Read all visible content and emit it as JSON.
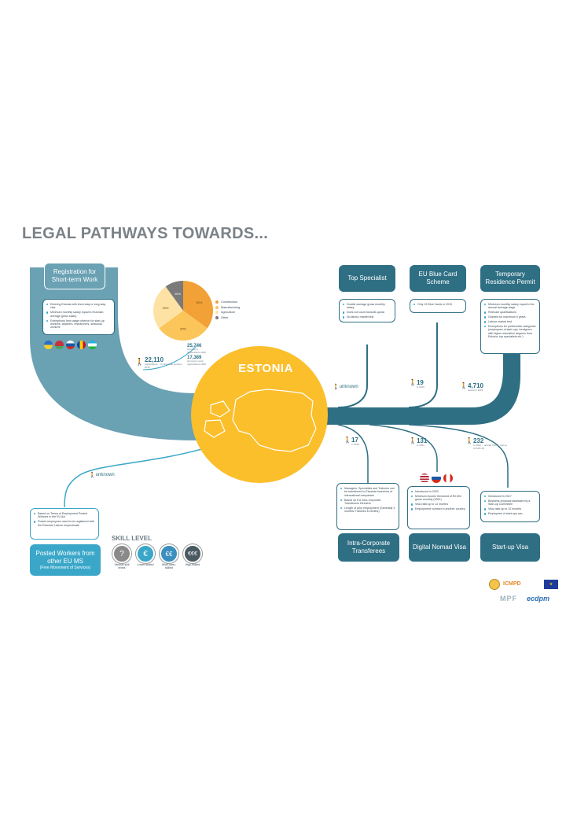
{
  "title": "LEGAL PATHWAYS TOWARDS...",
  "center": {
    "label": "ESTONIA"
  },
  "registration": {
    "header": "Registration for Short-term Work",
    "items": [
      "Entering Estonia with short-stay or long-stay visa",
      "Minimum monthly salary equal to Estonian average gross salary",
      "Exemptions from wage criterion for start-up workers, teachers, researchers, seasonal workers"
    ],
    "flags": [
      "Ukraine",
      "Belarus",
      "Russia",
      "Moldova",
      "Uzbekistan"
    ]
  },
  "pie": {
    "segments": [
      {
        "label": "Construction",
        "value": 35,
        "text": "35%",
        "color": "#f2a137"
      },
      {
        "label": "Manufacturing",
        "value": 30,
        "text": "30%",
        "color": "#fbc55a"
      },
      {
        "label": "Agriculture",
        "value": 25,
        "text": "25%",
        "color": "#fde2a4"
      },
      {
        "label": "Other",
        "value": 10,
        "text": "10%",
        "color": "#7a7a7a"
      }
    ]
  },
  "stats_left": {
    "a_count": "22,110",
    "a_sub": "registrations ... by Estonian workers 2019",
    "b_count": "25,746",
    "b_sub": "short-term registrations 2020",
    "c_count": "17,389",
    "c_sub": "short-term work registrations 2020"
  },
  "top_specialist": {
    "header": "Top Specialist",
    "items": [
      "Double average gross monthly salary",
      "Does not count towards quota",
      "No labour market test"
    ],
    "count": "unknown"
  },
  "blue_card": {
    "header": "EU Blue Card Scheme",
    "items": [
      "Only 19 Blue Cards in 2019"
    ],
    "count": "19",
    "sub": "in 2019"
  },
  "temp_residence": {
    "header": "Temporary Residence Permit",
    "items": [
      "Minimum monthly salary equal to the annual average wage",
      "Relevant qualifications",
      "Granted for maximum 5 years",
      "Labour market test",
      "Exemptions for preferential categories (employees of start-ups, foreigners with higher education degrees from Estonia, top specialists etc.)"
    ],
    "count": "4,710",
    "sub": "issued in 2019"
  },
  "intra_corporate": {
    "header": "Intra-Corporate Transferees",
    "items": [
      "Managers, Specialists and Trainees can be transferred to Estonian branches of international companies",
      "Based on EU Intra-Corporate Transferees Directive",
      "Length of prior employment (Generally 3 months/ Trainees 6 months)"
    ],
    "count": "17",
    "sub": "in 2019"
  },
  "digital_nomad": {
    "header": "Digital Nomad Visa",
    "items": [
      "Introduced in 2020",
      "Minimum income threshold of €3,504 gross monthly (2021)",
      "Visa valid up to 12 months",
      "Employment contract in another country"
    ],
    "count": "131",
    "sub": "in 2021",
    "flags": [
      "USA",
      "Russia",
      "Canada"
    ]
  },
  "startup": {
    "header": "Start-up Visa",
    "items": [
      "Introduced in 2017",
      "Business proposal assessed by a Start-up Committee",
      "Visa valid up to 12 months",
      "Employees of start-ups can"
    ],
    "count": "232",
    "sub": "in 2020 ... arrived from ... during COVID-19"
  },
  "posted": {
    "header": "Posted Workers from other EU MS",
    "subheader": "(Free Movement of Services)",
    "items": [
      "Based on Terms of Employment Posted Workers in the EU Act",
      "Posted employees need to be registered with the Estonian Labour Inspectorate"
    ],
    "count": "unknown"
  },
  "skill_level": {
    "title": "SKILL LEVEL",
    "levels": [
      {
        "label": "Various skill levels",
        "icon": "question-icon",
        "color": "#8a8a8a"
      },
      {
        "label": "Lower-skilled",
        "icon": "euro-icon",
        "color": "#3aa7c9"
      },
      {
        "label": "Mid/Lower-skilled",
        "icon": "double-euro-icon",
        "color": "#3a8fbf"
      },
      {
        "label": "High-skilled",
        "icon": "multi-euro-icon",
        "color": "#4a5a62"
      }
    ]
  },
  "logos": {
    "icmpd": "ICMPD",
    "mpf": "MPF",
    "ecdpm": "ecdpm"
  },
  "colors": {
    "teal_dark": "#2f6f84",
    "teal_light": "#6aa1b3",
    "yellow": "#fbbf2c",
    "accent_blue": "#3aa7c9"
  }
}
